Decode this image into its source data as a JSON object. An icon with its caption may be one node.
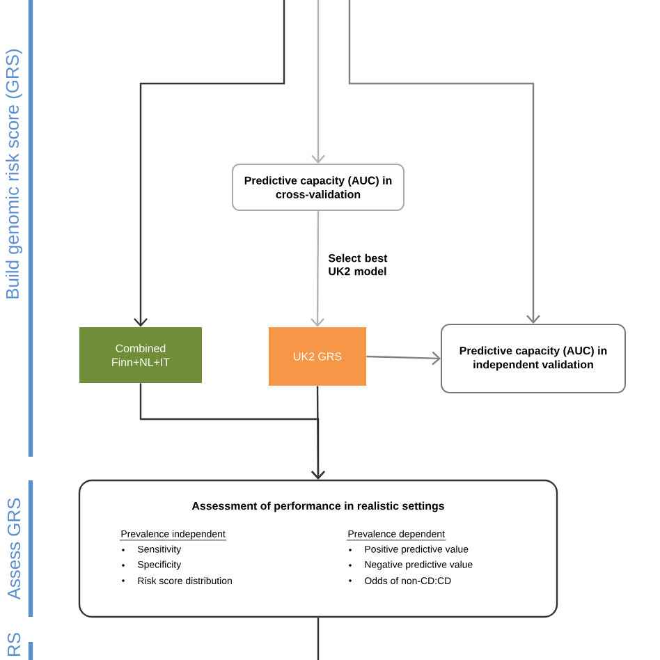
{
  "diagram": {
    "nodes": [
      {
        "text": [
          "Predictive capacity (AUC) in cross-validation"
        ]
      },
      {
        "text": [
          "Combined Finn+NL+IT"
        ]
      },
      {
        "text": [
          "UK2 GRS"
        ]
      },
      {
        "text": [
          "Predictive capacity (AUC) in independent validation"
        ]
      },
      {
        "text": [
          "Assessment of performance in realistic settings",
          "Prevalence independent",
          "Sensitivity",
          "Specificity",
          "Risk score distribution",
          "Prevalence dependent",
          "Positive predictive value",
          "Negative predictive value",
          "Odds of non-CD:CD"
        ]
      }
    ],
    "edges": [
      {
        "from": null,
        "to": 1,
        "arrow": "to"
      },
      {
        "from": null,
        "to": 0,
        "arrow": "to",
        "color": "#b3b3b3"
      },
      {
        "from": null,
        "to": 3,
        "arrow": "to",
        "color": "#808080"
      },
      {
        "from": 0,
        "to": 2,
        "arrow": "to",
        "label": "Select best UK2 model",
        "color": "#b3b3b3"
      },
      {
        "from": 2,
        "to": 3,
        "arrow": "to",
        "color": "#808080"
      },
      {
        "from": 1,
        "to": 4,
        "arrow": "to"
      },
      {
        "from": 2,
        "to": 4,
        "arrow": "to"
      },
      {
        "from": 4,
        "to": null,
        "arrow": "none"
      }
    ],
    "labels": [
      "Build genomic risk score (GRS)",
      "Assess GRS",
      "RS"
    ]
  }
}
